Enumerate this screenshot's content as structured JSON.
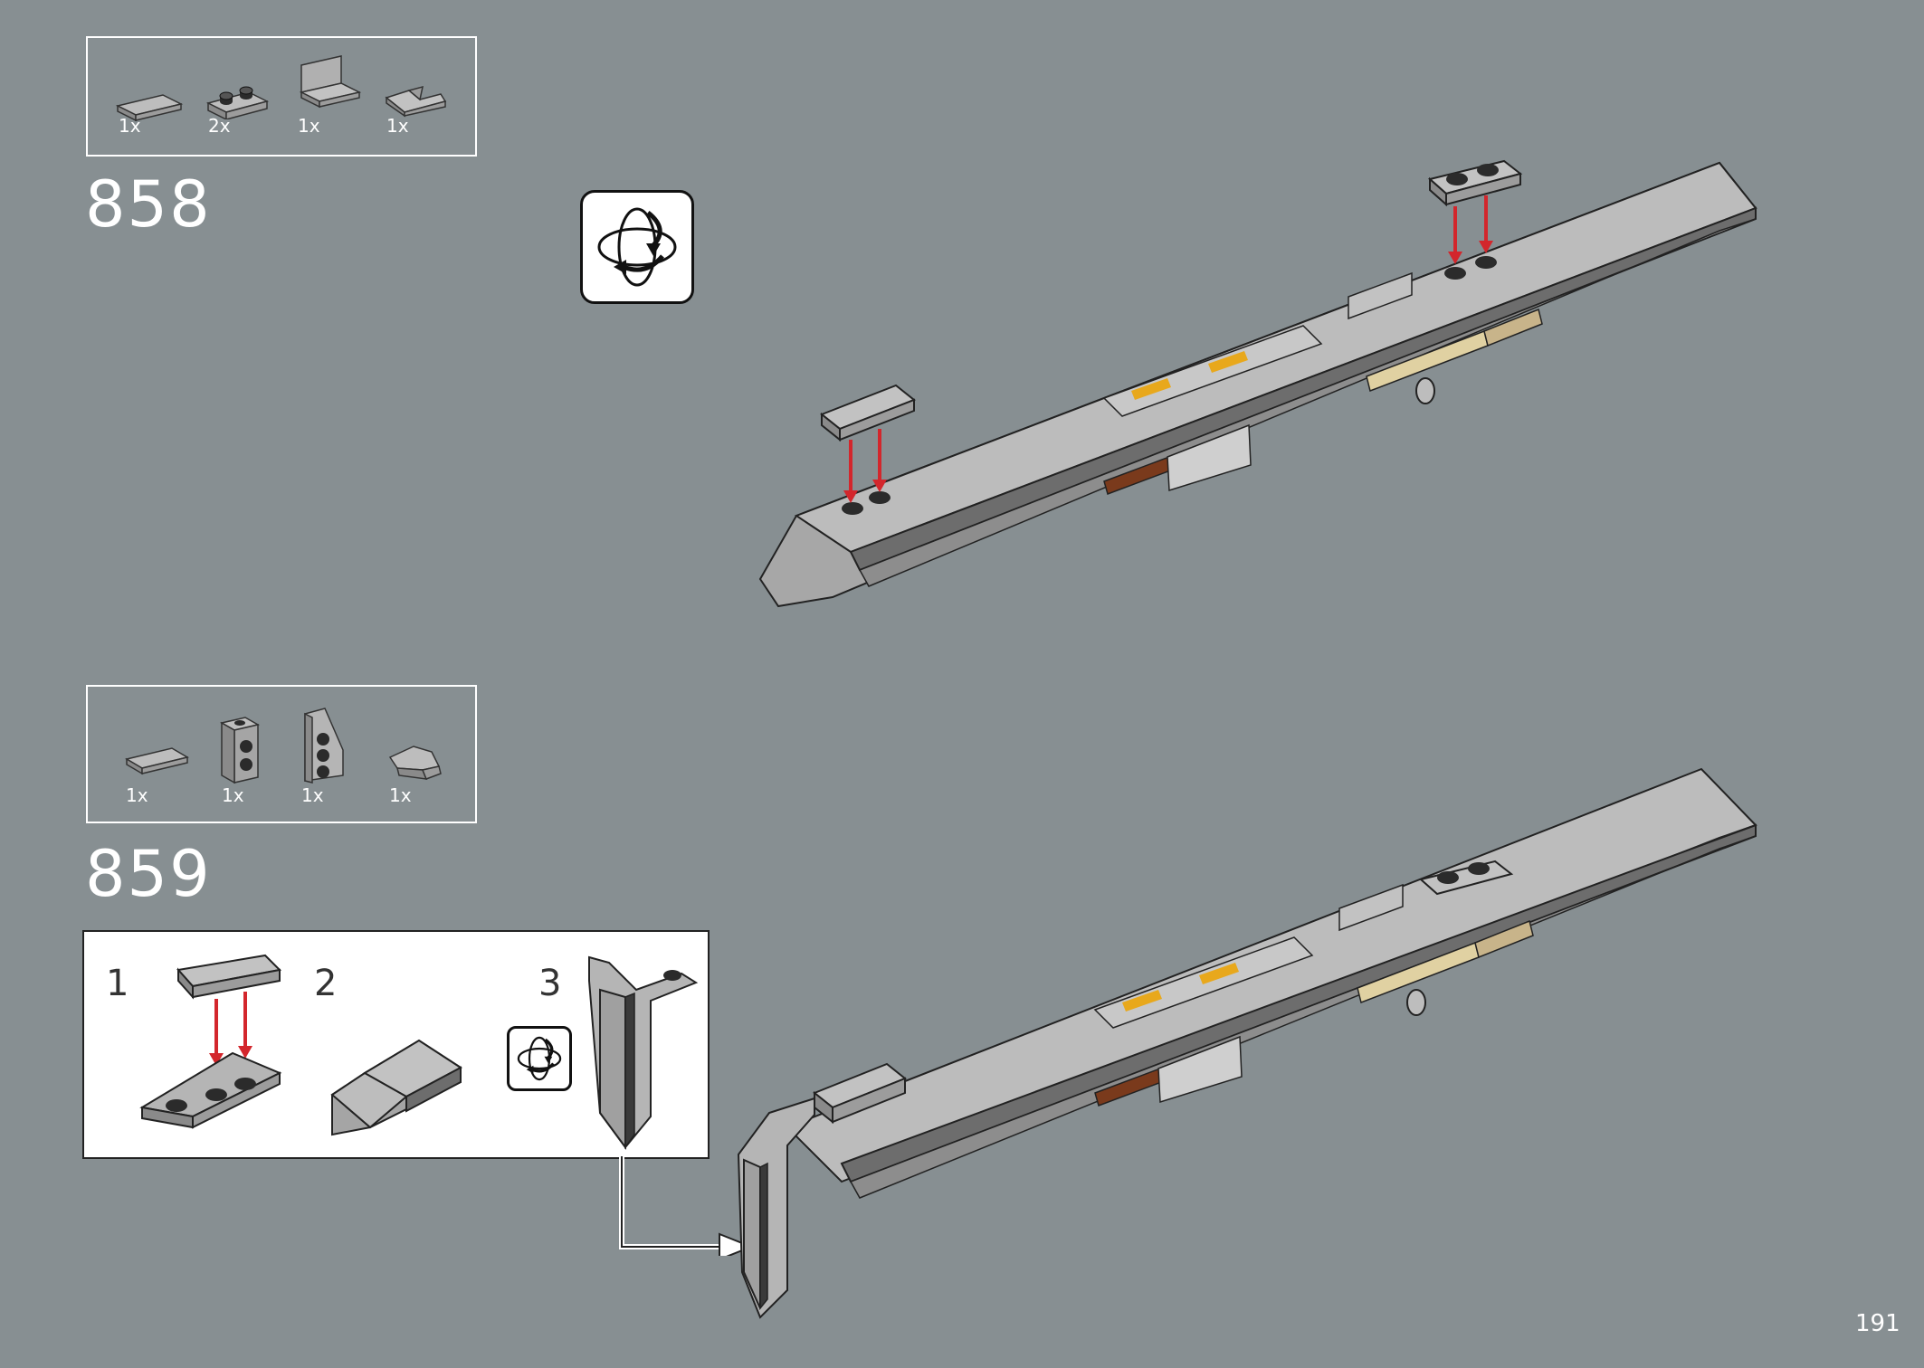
{
  "page": {
    "number": "191"
  },
  "steps": [
    {
      "number": "858",
      "parts": [
        {
          "icon": "tile-1x2-icon",
          "qty": "1x"
        },
        {
          "icon": "plate-1x2-icon",
          "qty": "2x"
        },
        {
          "icon": "panel-icon",
          "qty": "1x"
        },
        {
          "icon": "slope-icon",
          "qty": "1x"
        }
      ]
    },
    {
      "number": "859",
      "parts": [
        {
          "icon": "tile-1x2-icon",
          "qty": "1x"
        },
        {
          "icon": "bracket-icon",
          "qty": "1x"
        },
        {
          "icon": "wedge-plate-icon",
          "qty": "1x"
        },
        {
          "icon": "curved-slope-icon",
          "qty": "1x"
        }
      ],
      "substeps": [
        "1",
        "2",
        "3"
      ]
    }
  ],
  "colors": {
    "background": "#878f92",
    "part_gray": "#a5a5a5",
    "arrow_red": "#d3262c",
    "dark_stud": "#2b2b2b",
    "yellow": "#e8a81c",
    "tan": "#e0d1a2",
    "brown": "#7a3a1c"
  }
}
